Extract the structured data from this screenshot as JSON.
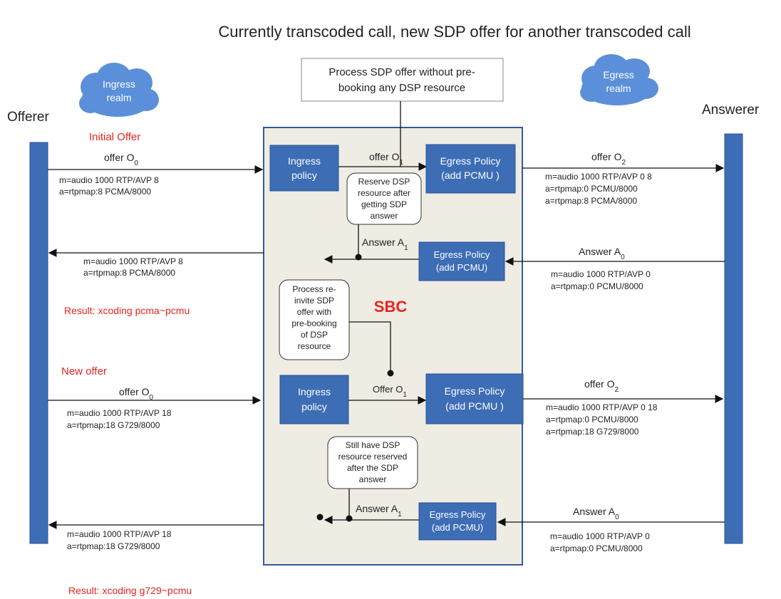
{
  "title": "Currently transcoded call, new SDP offer for another transcoded call",
  "sbc_label": "SBC",
  "clouds": {
    "ingress": [
      "Ingress",
      "realm"
    ],
    "egress": [
      "Egress",
      "realm"
    ]
  },
  "offerer": "Offerer",
  "answerer": "Answerer",
  "top_note": [
    "Process SDP offer without pre-",
    "booking any DSP resource"
  ],
  "scenario1": {
    "heading": "Initial Offer",
    "offer_in": {
      "label": "offer O",
      "sub": "0",
      "sdp": [
        "m=audio 1000 RTP/AVP 8",
        "a=rtpmap:8 PCMA/8000"
      ]
    },
    "ingress_policy": [
      "Ingress",
      "policy"
    ],
    "offer_mid": {
      "label": "offer O",
      "sub": "1"
    },
    "egress_policy_out": [
      "Egress Policy",
      "(add PCMU )"
    ],
    "offer_out": {
      "label": "offer O",
      "sub": "2",
      "sdp": [
        "m=audio 1000 RTP/AVP 0 8",
        "a=rtpmap:0 PCMU/8000",
        "a=rtpmap:8 PCMA/8000"
      ]
    },
    "note": [
      "Reserve DSP",
      "resource after",
      "getting SDP",
      "answer"
    ],
    "answer_mid": {
      "label": "Answer A",
      "sub": "1"
    },
    "egress_policy_in": [
      "Egress Policy",
      "(add PCMU)"
    ],
    "answer_in": {
      "label": "Answer A",
      "sub": "0",
      "sdp": [
        "m=audio 1000 RTP/AVP 0",
        "a=rtpmap:0 PCMU/8000"
      ]
    },
    "answer_out_sdp": [
      "m=audio 1000 RTP/AVP 8",
      "a=rtpmap:8 PCMA/8000"
    ],
    "result": "Result: xcoding pcma~pcmu"
  },
  "mid_note": [
    "Process re-",
    "invite SDP",
    "offer with",
    "pre-booking",
    "of DSP",
    "resource"
  ],
  "scenario2": {
    "heading": "New offer",
    "offer_in": {
      "label": "offer O",
      "sub": "0",
      "sdp": [
        "m=audio 1000 RTP/AVP 18",
        "a=rtpmap:18 G729/8000"
      ]
    },
    "ingress_policy": [
      "Ingress",
      "policy"
    ],
    "offer_mid": {
      "label": "Offer O",
      "sub": "1"
    },
    "egress_policy_out": [
      "Egress Policy",
      "(add PCMU )"
    ],
    "offer_out": {
      "label": "offer O",
      "sub": "2",
      "sdp": [
        "m=audio 1000 RTP/AVP 0  18",
        "a=rtpmap:0 PCMU/8000",
        "a=rtpmap:18 G729/8000"
      ]
    },
    "note": [
      "Still have DSP",
      "resource reserved",
      "after the SDP",
      "answer"
    ],
    "answer_mid": {
      "label": "Answer A",
      "sub": "1"
    },
    "egress_policy_in": [
      "Egress Policy",
      "(add PCMU)"
    ],
    "answer_in": {
      "label": "Answer A",
      "sub": "0",
      "sdp": [
        "m=audio 1000 RTP/AVP 0",
        "a=rtpmap:0 PCMU/8000"
      ]
    },
    "answer_out_sdp": [
      "m=audio 1000 RTP/AVP 18",
      "a=rtpmap:18 G729/8000"
    ],
    "result": "Result: xcoding g729~pcmu"
  },
  "colors": {
    "box_fill": "#3d6db5",
    "box_stroke": "#2a5193",
    "sbc_fill": "#efece4",
    "sbc_stroke": "#2f5b9e",
    "cloud_fill": "#5b8fd9",
    "accent_red": "#e8251e"
  }
}
